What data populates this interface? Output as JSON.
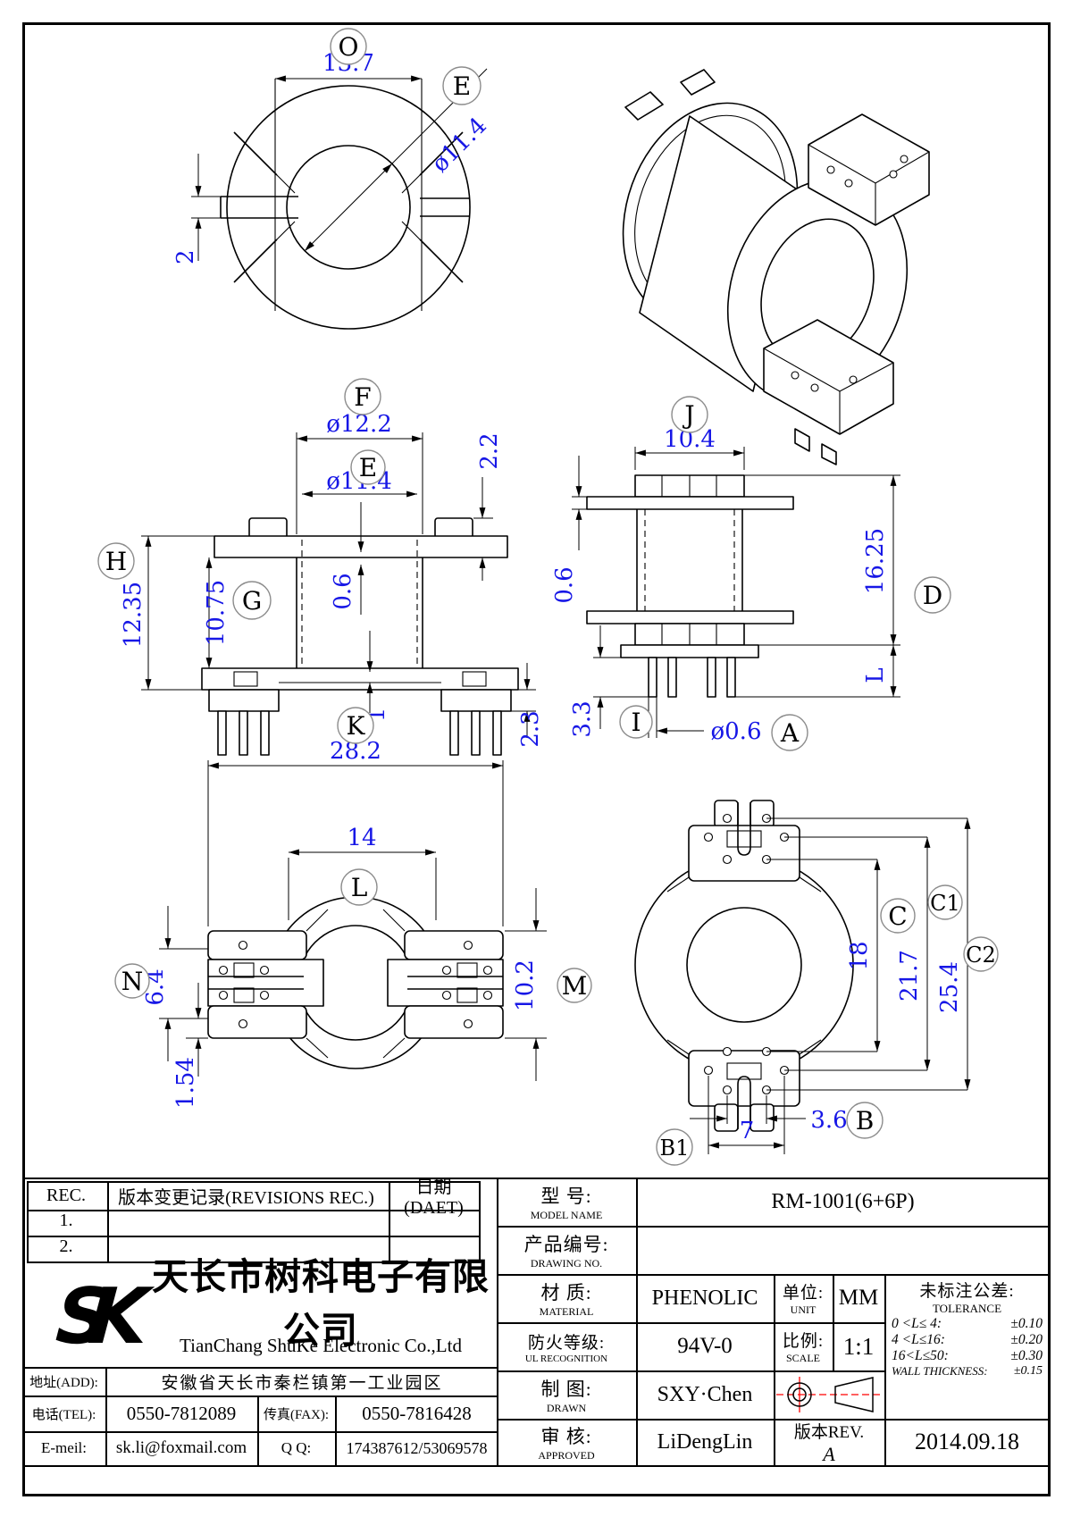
{
  "views": {
    "top": {
      "balloon_o": "O",
      "balloon_e": "E",
      "dim_width": "13.7",
      "dim_bore": "ø11.4",
      "dim_slot": "2"
    },
    "front": {
      "balloon_f": "F",
      "balloon_e": "E",
      "balloon_h": "H",
      "balloon_g": "G",
      "dim_od": "ø12.2",
      "dim_id": "ø11.4",
      "dim_tab": "2.2",
      "dim_height": "12.35",
      "dim_window": "10.75",
      "dim_web": "0.6",
      "dim_step": "1",
      "dim_base": "2.3"
    },
    "side": {
      "balloon_j": "J",
      "balloon_d": "D",
      "balloon_i": "I",
      "balloon_a": "A",
      "dim_block": "10.4",
      "dim_web": "0.6",
      "dim_total": "16.25",
      "dim_pin_len": "L",
      "dim_base": "3.3",
      "dim_pin": "ø0.6"
    },
    "bottom": {
      "balloon_k": "K",
      "balloon_l": "L",
      "balloon_n": "N",
      "balloon_m": "M",
      "dim_total": "28.2",
      "dim_slot": "14",
      "dim_pitch": "6.4",
      "dim_offset": "1.54",
      "dim_flange": "10.2"
    },
    "right": {
      "balloon_c": "C",
      "balloon_c1": "C1",
      "balloon_c2": "C2",
      "balloon_b": "B",
      "balloon_b1": "B1",
      "dim_core": "18",
      "dim_mid": "21.7",
      "dim_outer": "25.4",
      "dim_pin_pitch": "3.6",
      "dim_row": "7"
    }
  },
  "rev_table": {
    "col_rec": "REC.",
    "col_desc": "版本变更记录(REVISIONS REC.)",
    "col_date": "日期(DAET)",
    "row1": "1.",
    "row2": "2."
  },
  "company": {
    "logo": "SK",
    "name_cn": "天长市树科电子有限公司",
    "name_en": "TianChang ShuKe Electronic Co.,Ltd",
    "addr_label": "地址(ADD):",
    "addr": "安徽省天长市秦栏镇第一工业园区",
    "tel_label": "电话(TEL):",
    "tel": "0550-7812089",
    "fax_label": "传真(FAX):",
    "fax": "0550-7816428",
    "email_label": "E-meil:",
    "email": "sk.li@foxmail.com",
    "qq_label": "Q Q:",
    "qq": "174387612/53069578"
  },
  "spec": {
    "model_label": "型  号:",
    "model_sub": "MODEL NAME",
    "model": "RM-1001(6+6P)",
    "drawing_label": "产品编号:",
    "drawing_sub": "DRAWING NO.",
    "drawing_no": "",
    "material_label": "材  质:",
    "material_sub": "MATERIAL",
    "material": "PHENOLIC",
    "unit_label": "单位:",
    "unit_sub": "UNIT",
    "unit": "MM",
    "fire_label": "防火等级:",
    "fire_sub": "UL RECOGNITION",
    "fire": "94V-0",
    "scale_label": "比例:",
    "scale_sub": "SCALE",
    "scale": "1:1",
    "drawn_label": "制  图:",
    "drawn_sub": "DRAWN",
    "drawn": "SXY·Chen",
    "approved_label": "审  核:",
    "approved_sub": "APPROVED",
    "approved": "LiDengLin",
    "rev_label": "版本REV.",
    "rev": "A",
    "date": "2014.09.18",
    "tol_title": "未标注公差:",
    "tol_sub": "TOLERANCE",
    "tolerances": [
      {
        "range": "0 <L≤ 4:",
        "value": "±0.10"
      },
      {
        "range": "4 <L≤16:",
        "value": "±0.20"
      },
      {
        "range": "16<L≤50:",
        "value": "±0.30"
      },
      {
        "range": "WALL THICKNESS:",
        "value": "±0.15"
      }
    ]
  }
}
